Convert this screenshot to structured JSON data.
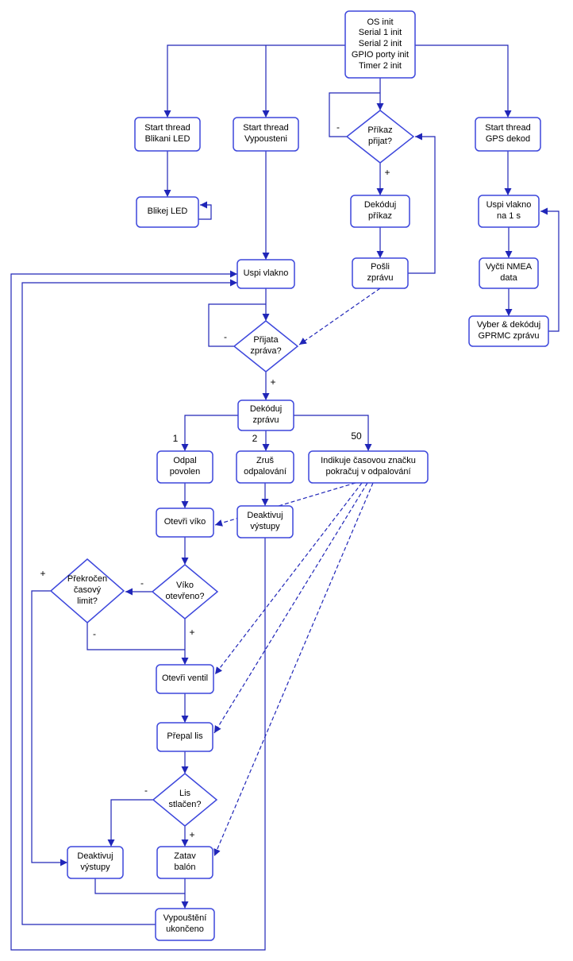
{
  "diagram": {
    "type": "flowchart",
    "language": "cs",
    "colors": {
      "node_border": "#3d47dc",
      "node_fill": "#ffffff",
      "edge_color": "#2026b8",
      "text_color": "#000000",
      "background": "#ffffff"
    },
    "nodes": {
      "os_init": {
        "shape": "rect",
        "label": "OS init\nSerial 1 init\nSerial 2 init\nGPIO porty init\nTimer 2 init"
      },
      "start_thread_led": {
        "shape": "rect",
        "label": "Start thread\nBlikani LED"
      },
      "start_thread_vypousteni": {
        "shape": "rect",
        "label": "Start thread\nVypousteni"
      },
      "prikaz_prijat": {
        "shape": "diamond",
        "label": "Příkaz\npřijat?"
      },
      "start_thread_gps": {
        "shape": "rect",
        "label": "Start thread\nGPS dekod"
      },
      "blikej_led": {
        "shape": "rect",
        "label": "Blikej LED"
      },
      "dekoduj_prikaz": {
        "shape": "rect",
        "label": "Dekóduj\npříkaz"
      },
      "uspi_vlakno_1s": {
        "shape": "rect",
        "label": "Uspi vlakno\nna 1 s"
      },
      "uspi_vlakno": {
        "shape": "rect",
        "label": "Uspi vlakno"
      },
      "posli_zpravu": {
        "shape": "rect",
        "label": "Pošli\nzprávu"
      },
      "vycti_nmea": {
        "shape": "rect",
        "label": "Vyčti NMEA\ndata"
      },
      "vyber_gprmc": {
        "shape": "rect",
        "label": "Vyber & dekóduj\nGPRMC zprávu"
      },
      "prijata_zprava": {
        "shape": "diamond",
        "label": "Přijata\nzpráva?"
      },
      "dekoduj_zpravu": {
        "shape": "rect",
        "label": "Dekóduj\nzprávu"
      },
      "odpal_povolen": {
        "shape": "rect",
        "label": "Odpal\npovolen"
      },
      "zrus_odpalovani": {
        "shape": "rect",
        "label": "Zruš\nodpalování"
      },
      "indikuje_znacku": {
        "shape": "rect",
        "label": "Indikuje časovou značku\npokračuj v odpalování"
      },
      "otevri_viko": {
        "shape": "rect",
        "label": "Otevři víko"
      },
      "deaktivuj_vystupy_1": {
        "shape": "rect",
        "label": "Deaktivuj\nvýstupy"
      },
      "viko_otevreno": {
        "shape": "diamond",
        "label": "Víko\notevřeno?"
      },
      "prekrocen_limit": {
        "shape": "diamond",
        "label": "Překročen\nčasový\nlimit?"
      },
      "otevri_ventil": {
        "shape": "rect",
        "label": "Otevři ventil"
      },
      "prepal_lis": {
        "shape": "rect",
        "label": "Přepal lis"
      },
      "lis_stlacen": {
        "shape": "diamond",
        "label": "Lis\nstlačen?"
      },
      "deaktivuj_vystupy_2": {
        "shape": "rect",
        "label": "Deaktivuj\nvýstupy"
      },
      "zatav_balon": {
        "shape": "rect",
        "label": "Zatav\nbalón"
      },
      "vypousteni_ukonceno": {
        "shape": "rect",
        "label": "Vypouštění\nukončeno"
      }
    },
    "edges": {
      "init_to_thread_led": {
        "from": "os_init",
        "to": "start_thread_led"
      },
      "init_to_thread_vyp": {
        "from": "os_init",
        "to": "start_thread_vypousteni"
      },
      "init_to_thread_gps": {
        "from": "os_init",
        "to": "start_thread_gps"
      },
      "init_to_prikaz": {
        "from": "os_init",
        "to": "prikaz_prijat"
      },
      "prikaz_ne": {
        "from": "prikaz_prijat",
        "to": "prikaz_prijat",
        "label": "-"
      },
      "prikaz_ano": {
        "from": "prikaz_prijat",
        "to": "dekoduj_prikaz",
        "label": "+"
      },
      "dekoduj_prikaz_to_posli": {
        "from": "dekoduj_prikaz",
        "to": "posli_zpravu"
      },
      "posli_to_prikaz_loop": {
        "from": "posli_zpravu",
        "to": "prikaz_prijat"
      },
      "posli_to_prijata": {
        "from": "posli_zpravu",
        "to": "prijata_zprava",
        "style": "dashed"
      },
      "thread_led_to_blikej": {
        "from": "start_thread_led",
        "to": "blikej_led"
      },
      "blikej_loop": {
        "from": "blikej_led",
        "to": "blikej_led"
      },
      "thread_vyp_to_uspi": {
        "from": "start_thread_vypousteni",
        "to": "uspi_vlakno"
      },
      "thread_gps_to_uspi1s": {
        "from": "start_thread_gps",
        "to": "uspi_vlakno_1s"
      },
      "uspi1s_to_nmea": {
        "from": "uspi_vlakno_1s",
        "to": "vycti_nmea"
      },
      "nmea_to_gprmc": {
        "from": "vycti_nmea",
        "to": "vyber_gprmc"
      },
      "gprmc_to_uspi1s_loop": {
        "from": "vyber_gprmc",
        "to": "uspi_vlakno_1s"
      },
      "uspi_to_prijata": {
        "from": "uspi_vlakno",
        "to": "prijata_zprava"
      },
      "prijata_ne": {
        "from": "prijata_zprava",
        "to": "prijata_zprava",
        "label": "-"
      },
      "prijata_ano": {
        "from": "prijata_zprava",
        "to": "dekoduj_zpravu",
        "label": "+"
      },
      "dekoduj_to_odpal": {
        "from": "dekoduj_zpravu",
        "to": "odpal_povolen",
        "label": "1"
      },
      "dekoduj_to_zrus": {
        "from": "dekoduj_zpravu",
        "to": "zrus_odpalovani",
        "label": "2"
      },
      "dekoduj_to_indikuje": {
        "from": "dekoduj_zpravu",
        "to": "indikuje_znacku",
        "label": "50"
      },
      "odpal_to_viko": {
        "from": "odpal_povolen",
        "to": "otevri_viko"
      },
      "zrus_to_deaktivuj1": {
        "from": "zrus_odpalovani",
        "to": "deaktivuj_vystupy_1"
      },
      "viko_to_vikoq": {
        "from": "otevri_viko",
        "to": "viko_otevreno"
      },
      "vikoq_ne": {
        "from": "viko_otevreno",
        "to": "prekrocen_limit",
        "label": "-"
      },
      "vikoq_ano": {
        "from": "viko_otevreno",
        "to": "otevri_ventil",
        "label": "+"
      },
      "prekrocen_ne": {
        "from": "prekrocen_limit",
        "to": "otevri_ventil",
        "label": "-"
      },
      "prekrocen_ano": {
        "from": "prekrocen_limit",
        "to": "deaktivuj_vystupy_2",
        "label": "+"
      },
      "ventil_to_prepal": {
        "from": "otevri_ventil",
        "to": "prepal_lis"
      },
      "prepal_to_lisq": {
        "from": "prepal_lis",
        "to": "lis_stlacen"
      },
      "lisq_ne": {
        "from": "lis_stlacen",
        "to": "deaktivuj_vystupy_2",
        "label": "-"
      },
      "lisq_ano": {
        "from": "lis_stlacen",
        "to": "zatav_balon",
        "label": "+"
      },
      "zatav_to_ukonceno": {
        "from": "zatav_balon",
        "to": "vypousteni_ukonceno"
      },
      "deaktivuj2_to_ukonceno": {
        "from": "deaktivuj_vystupy_2",
        "to": "vypousteni_ukonceno"
      },
      "deaktivuj1_to_uspi_loop": {
        "from": "deaktivuj_vystupy_1",
        "to": "uspi_vlakno"
      },
      "ukonceno_to_uspi_loop": {
        "from": "vypousteni_ukonceno",
        "to": "uspi_vlakno"
      },
      "indikuje_to_viko": {
        "from": "indikuje_znacku",
        "to": "otevri_viko",
        "style": "dashed"
      },
      "indikuje_to_ventil": {
        "from": "indikuje_znacku",
        "to": "otevri_ventil",
        "style": "dashed"
      },
      "indikuje_to_prepal": {
        "from": "indikuje_znacku",
        "to": "prepal_lis",
        "style": "dashed"
      },
      "indikuje_to_zatav": {
        "from": "indikuje_znacku",
        "to": "zatav_balon",
        "style": "dashed"
      }
    }
  }
}
